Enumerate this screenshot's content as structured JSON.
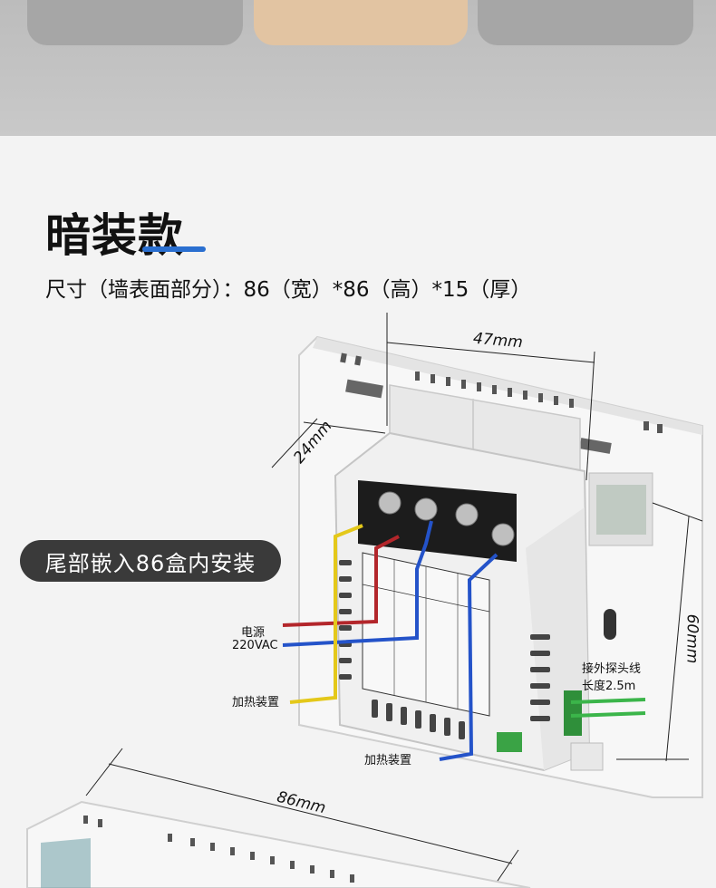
{
  "title": "暗装款",
  "dimensions_text": "尺寸（墙表面部分）：86（宽）*86（高）*15（厚）",
  "badge_text": "尾部嵌入86盒内安装",
  "labels": {
    "power": "电源",
    "voltage": "220VAC",
    "heater_left": "加热装置",
    "heater_bottom": "加热装置",
    "probe_line1": "接外探头线",
    "probe_line2": "长度2.5m"
  },
  "measurements": {
    "m47": "47mm",
    "m24": "24mm",
    "m60": "60mm",
    "m86": "86mm"
  },
  "colors": {
    "accent": "#2a6fd0",
    "wire_red": "#b3262b",
    "wire_blue": "#2453c9",
    "wire_yellow": "#e4c81a",
    "wire_green": "#3bb54a"
  }
}
